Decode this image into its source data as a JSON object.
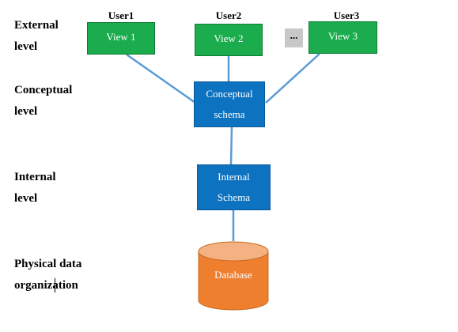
{
  "levels": {
    "external": "External\nlevel",
    "conceptual": "Conceptual\nlevel",
    "internal": "Internal\nlevel",
    "physical": "Physical data\norganization"
  },
  "users": [
    "User1",
    "User2",
    "User3"
  ],
  "views": [
    "View 1",
    "View 2",
    "View 3"
  ],
  "ellipsis": "...",
  "conceptual_schema": "Conceptual\nschema",
  "internal_schema": "Internal\nSchema",
  "database": "Database",
  "colors": {
    "view": "#1aac4d",
    "schema": "#0d72c0",
    "database": "#ee7f2f",
    "database_top": "#f4b282",
    "connector": "#5b9bd5",
    "ellipsis_box": "#c8c8c8"
  }
}
